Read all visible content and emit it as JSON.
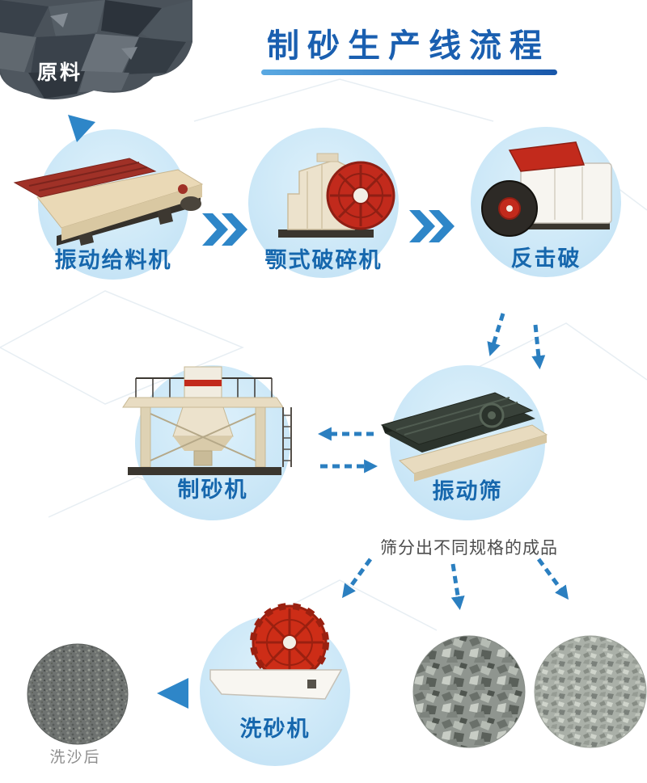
{
  "title": {
    "text": "制砂生产线流程"
  },
  "raw_material": {
    "label": "原料"
  },
  "nodes": [
    {
      "id": "vibrating-feeder",
      "label": "振动给料机"
    },
    {
      "id": "jaw-crusher",
      "label": "颚式破碎机"
    },
    {
      "id": "impact-crusher",
      "label": "反击破"
    },
    {
      "id": "sand-maker",
      "label": "制砂机"
    },
    {
      "id": "vibrating-screen",
      "label": "振动筛"
    },
    {
      "id": "sand-washer",
      "label": "洗砂机"
    }
  ],
  "outputs": [
    {
      "id": "coarse-aggregate-photo"
    },
    {
      "id": "fine-aggregate-photo"
    },
    {
      "id": "washed-sand-photo",
      "label": "洗沙后"
    }
  ],
  "notes": {
    "screen_output": "筛分出不同规格的成品"
  },
  "colors": {
    "title_blue": "#1a5fb0",
    "label_blue": "#1667ad",
    "accent_arrow_blue": "#2e86c8",
    "dashed_arrow_blue": "#2b7fc0",
    "circle_light_blue": "#cbe7f7",
    "machine_red": "#c22a1c",
    "machine_cream": "#ead9b6",
    "machine_dark": "#35312b"
  },
  "icons": {
    "solid_arrow": "triangle",
    "double_chevron_arrow": "double-chevron-right",
    "dashed_arrow": "dashed-line-with-arrowhead"
  }
}
